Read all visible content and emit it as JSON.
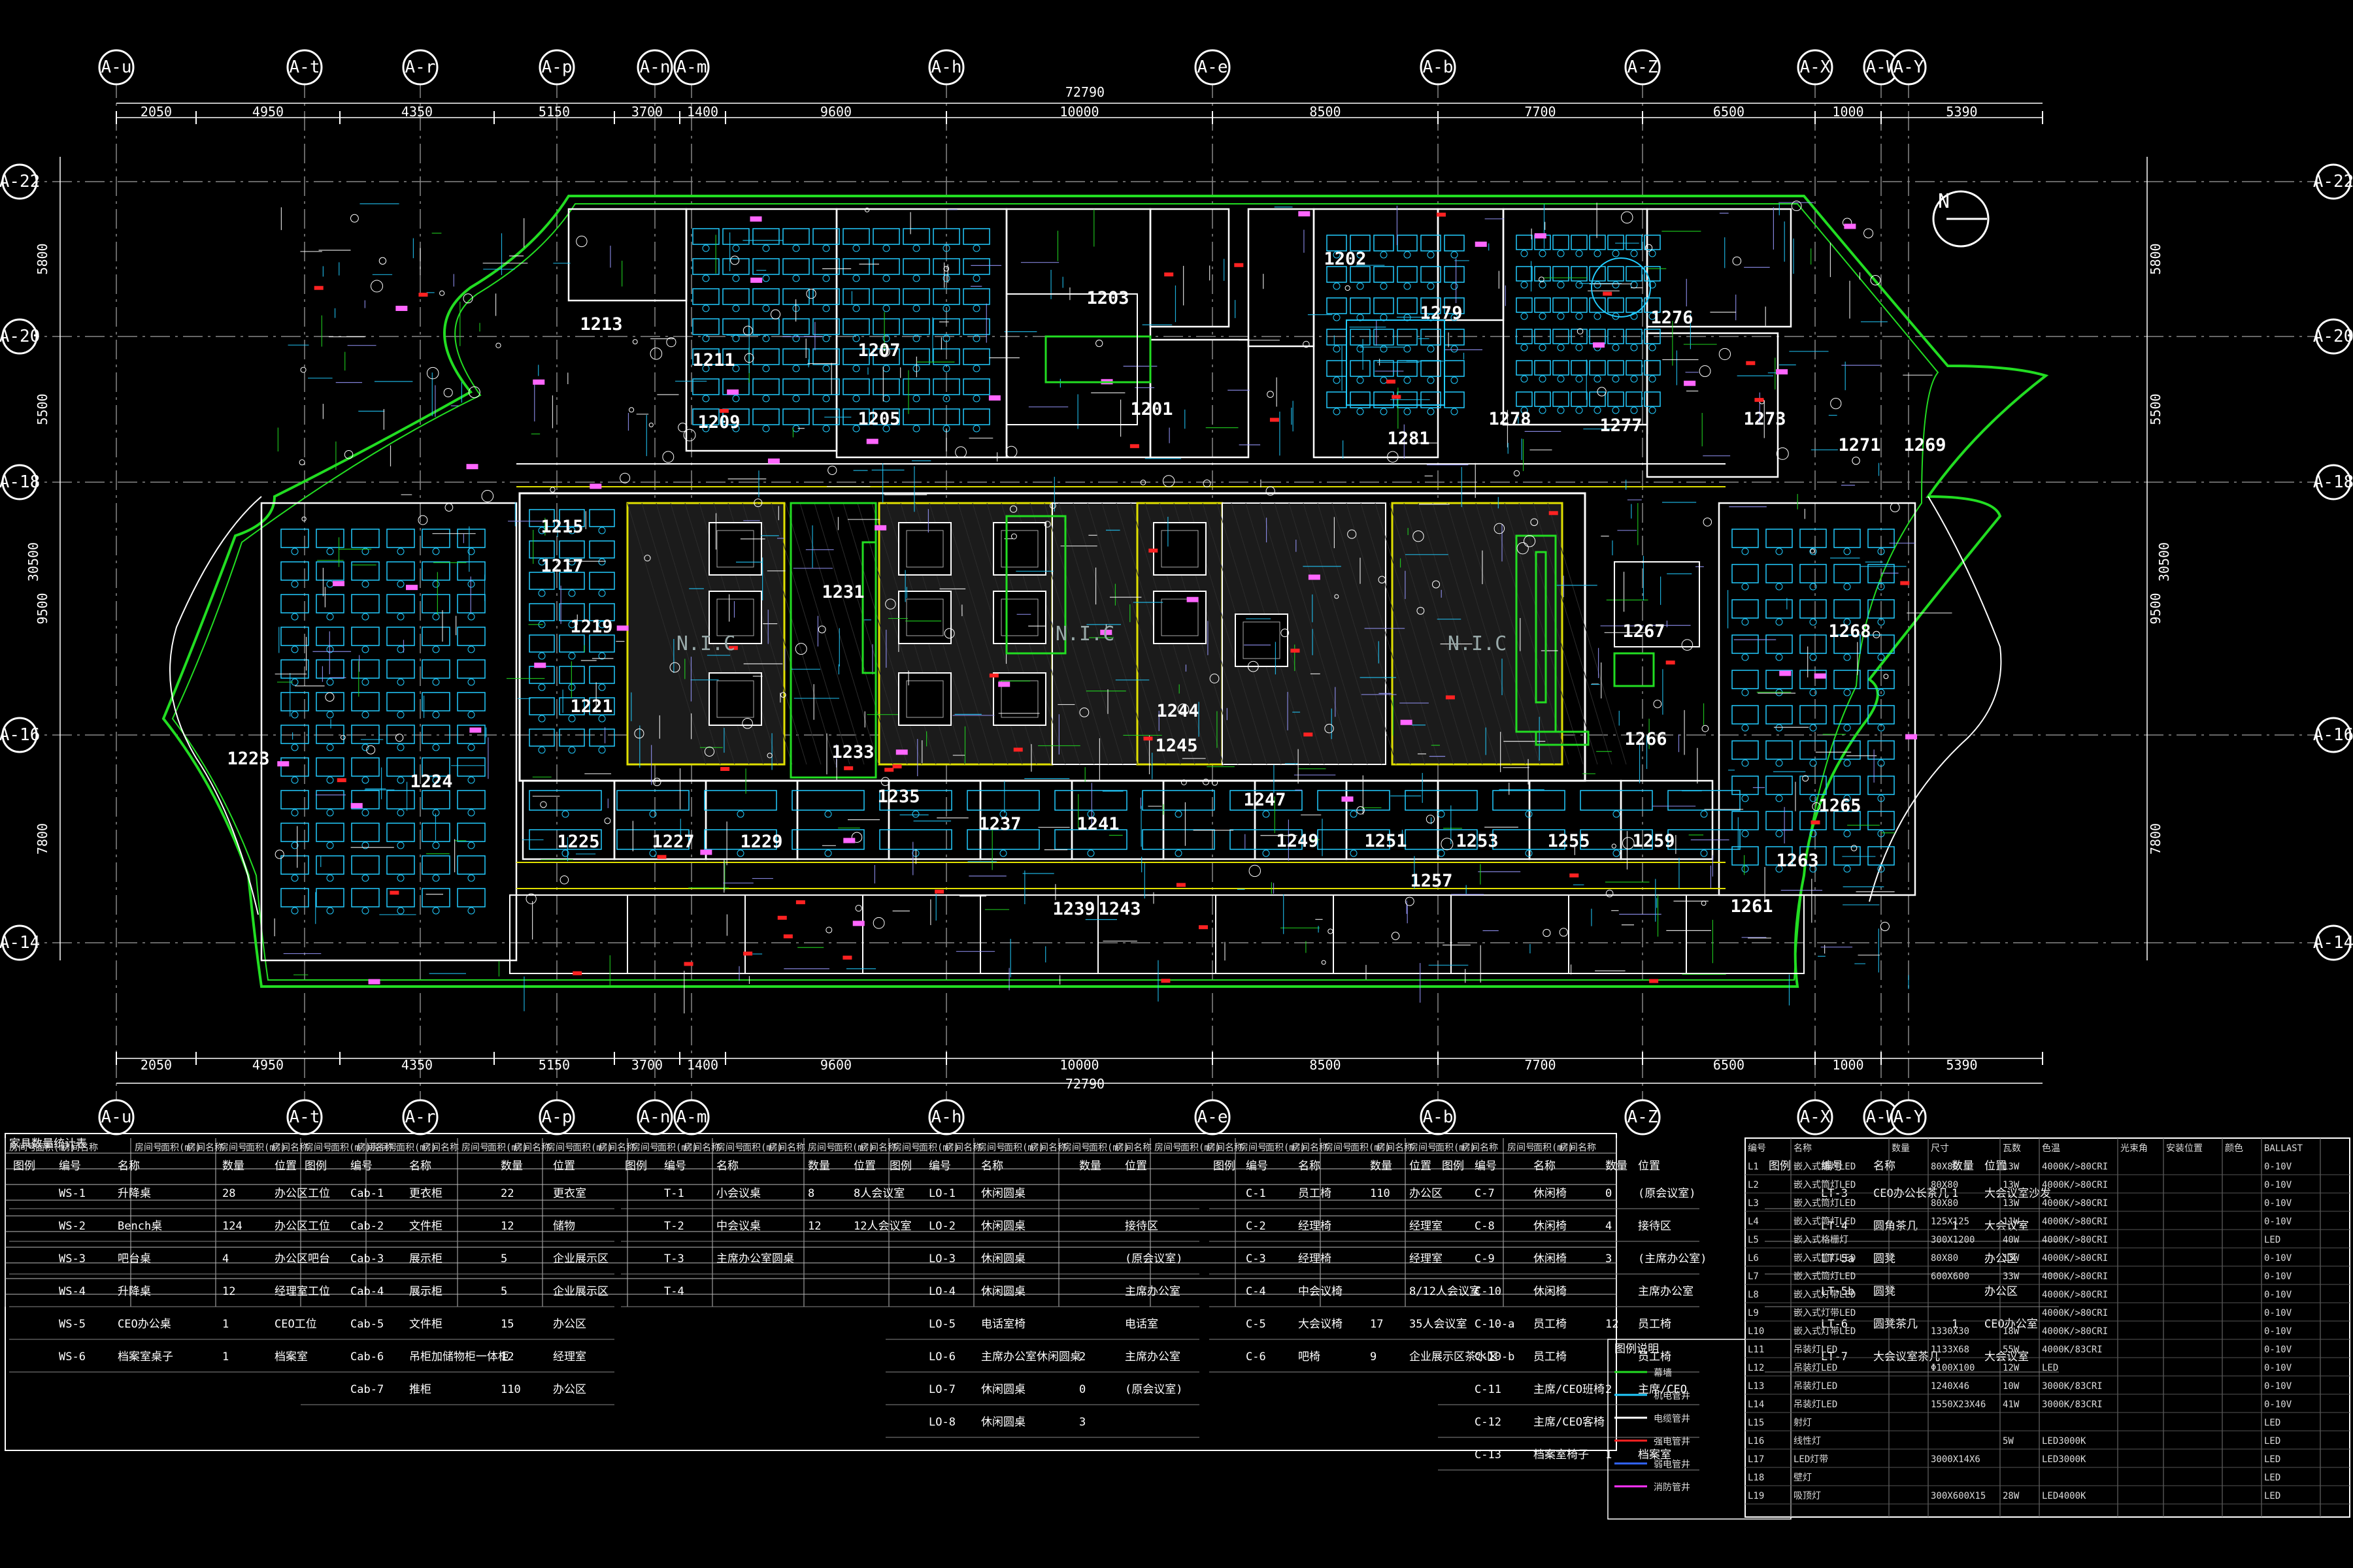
{
  "colors": {
    "background": "#000000",
    "walls": "#ffffff",
    "envelope": "#22dd22",
    "furniture": "#22ccff",
    "partition": "#e0e000",
    "accent_red": "#ff2222",
    "blue": "#3366ff",
    "magenta": "#ff33ff"
  },
  "grid_columns": [
    "A-u",
    "A-t",
    "A-r",
    "A-p",
    "A-n",
    "A-m",
    "A-h",
    "A-e",
    "A-b",
    "A-Z",
    "A-X",
    "A-W",
    "A-Y"
  ],
  "grid_rows": [
    "A-22",
    "A-20",
    "A-18",
    "A-16",
    "A-14"
  ],
  "overall_dimension": "72790",
  "top_dimensions": [
    "2050",
    "4950",
    "4350",
    "5150",
    "3700",
    "1400",
    "9600",
    "10000",
    "8500",
    "7700",
    "6500",
    "1000",
    "5390"
  ],
  "bottom_dimensions": [
    "2050",
    "4950",
    "4350",
    "5150",
    "3700",
    "1400",
    "9600",
    "10000",
    "8500",
    "7700",
    "6500",
    "1000",
    "5390"
  ],
  "side_dimensions_left": [
    "5800",
    "5500",
    "9500",
    "7800"
  ],
  "side_total": "30500",
  "north_label": "N",
  "nic_label": "N.I.C",
  "rooms": [
    "1213",
    "1211",
    "1209",
    "1207",
    "1205",
    "1203",
    "1201",
    "1202",
    "1279",
    "1276",
    "1281",
    "1278",
    "1277",
    "1273",
    "1271",
    "1269",
    "1215",
    "1217",
    "1219",
    "1221",
    "1223",
    "1224",
    "1231",
    "1233",
    "1235",
    "1237",
    "1241",
    "1244",
    "1245",
    "1247",
    "1249",
    "1251",
    "1253",
    "1255",
    "1257",
    "1259",
    "1261",
    "1263",
    "1265",
    "1266",
    "1267",
    "1268",
    "1225",
    "1227",
    "1229",
    "1239",
    "1243"
  ],
  "table_title": "家具数量统计表",
  "room_table_headers": [
    "房间号",
    "面积(m²)",
    "房间名称"
  ],
  "furniture_headers": [
    "图例",
    "编号",
    "名称",
    "数量",
    "位置"
  ],
  "furniture_rows": [
    [
      "",
      "WS-1",
      "升降桌",
      "28",
      "办公区工位"
    ],
    [
      "",
      "WS-2",
      "Bench桌",
      "124",
      "办公区工位"
    ],
    [
      "",
      "WS-3",
      "吧台桌",
      "4",
      "办公区吧台"
    ],
    [
      "",
      "WS-4",
      "升降桌",
      "12",
      "经理室工位"
    ],
    [
      "",
      "WS-5",
      "CEO办公桌",
      "1",
      "CEO工位"
    ],
    [
      "",
      "WS-6",
      "档案室桌子",
      "1",
      "档案室"
    ]
  ],
  "cabinet_rows": [
    [
      "",
      "Cab-1",
      "更衣柜",
      "22",
      "更衣室"
    ],
    [
      "",
      "Cab-2",
      "文件柜",
      "12",
      "储物"
    ],
    [
      "",
      "Cab-3",
      "展示柜",
      "5",
      "企业展示区"
    ],
    [
      "",
      "Cab-4",
      "展示柜",
      "5",
      "企业展示区"
    ],
    [
      "",
      "Cab-5",
      "文件柜",
      "15",
      "办公区"
    ],
    [
      "",
      "Cab-6",
      "吊柜加储物柜一体柜",
      "12",
      "经理室"
    ],
    [
      "",
      "Cab-7",
      "推柜",
      "110",
      "办公区"
    ]
  ],
  "table_rows": [
    [
      "",
      "T-1",
      "小会议桌",
      "8",
      "8人会议室"
    ],
    [
      "",
      "T-2",
      "中会议桌",
      "12",
      "12人会议室"
    ],
    [
      "",
      "T-3",
      "主席办公室圆桌",
      "",
      ""
    ],
    [
      "",
      "T-4",
      "",
      "",
      ""
    ]
  ],
  "lounge_rows": [
    [
      "",
      "LO-1",
      "休闲圆桌",
      "",
      ""
    ],
    [
      "",
      "LO-2",
      "休闲圆桌",
      "",
      "接待区"
    ],
    [
      "",
      "LO-3",
      "休闲圆桌",
      "",
      "(原会议室)"
    ],
    [
      "",
      "LO-4",
      "休闲圆桌",
      "",
      "主席办公室"
    ],
    [
      "",
      "LO-5",
      "电话室椅",
      "",
      "电话室"
    ],
    [
      "",
      "LO-6",
      "主席办公室休闲圆桌",
      "2",
      "主席办公室"
    ],
    [
      "",
      "LO-7",
      "休闲圆桌",
      "0",
      "(原会议室)"
    ],
    [
      "",
      "LO-8",
      "休闲圆桌",
      "3",
      ""
    ]
  ],
  "chair_rows": [
    [
      "",
      "C-1",
      "员工椅",
      "110",
      "办公区"
    ],
    [
      "",
      "C-2",
      "经理椅",
      "",
      "经理室"
    ],
    [
      "",
      "C-3",
      "经理椅",
      "",
      "经理室"
    ],
    [
      "",
      "C-4",
      "中会议椅",
      "",
      "8/12人会议室"
    ],
    [
      "",
      "C-5",
      "大会议椅",
      "17",
      "35人会议室"
    ],
    [
      "",
      "C-6",
      "吧椅",
      "9",
      "企业展示区茶水区"
    ]
  ],
  "chair2_rows": [
    [
      "",
      "C-7",
      "休闲椅",
      "0",
      "(原会议室)"
    ],
    [
      "",
      "C-8",
      "休闲椅",
      "4",
      "接待区"
    ],
    [
      "",
      "C-9",
      "休闲椅",
      "3",
      "(主席办公室)"
    ],
    [
      "",
      "C-10",
      "休闲椅",
      "",
      "主席办公室"
    ],
    [
      "",
      "C-10-a",
      "员工椅",
      "12",
      "员工椅"
    ],
    [
      "",
      "C-10-b",
      "员工椅",
      "",
      "员工椅"
    ],
    [
      "",
      "C-11",
      "主席/CEO班椅",
      "2",
      "主席/CEO"
    ],
    [
      "",
      "C-12",
      "主席/CEO客椅",
      "",
      ""
    ],
    [
      "",
      "C-13",
      "档案室椅子",
      "1",
      "档案室"
    ]
  ],
  "sofa_rows": [
    [
      "",
      "LT-3",
      "CEO办公长茶几",
      "1",
      "大会议室沙发"
    ],
    [
      "",
      "LT-4",
      "圆角茶几",
      "1",
      "大会议室"
    ],
    [
      "",
      "LT-5a",
      "圆凳",
      "",
      "办公区"
    ],
    [
      "",
      "LT-5b",
      "圆凳",
      "",
      "办公区"
    ],
    [
      "",
      "LT-6",
      "圆凳茶几",
      "1",
      "CEO办公室"
    ],
    [
      "",
      "LT-7",
      "大会议室茶几",
      "",
      "大会议室"
    ]
  ],
  "lighting_headers": [
    "编号",
    "名称",
    "数量",
    "尺寸",
    "瓦数",
    "色温",
    "光束角",
    "安装位置",
    "颜色",
    "BALLAST"
  ],
  "lighting_rows": [
    [
      "L1",
      "嵌入式筒灯LED",
      "",
      "80X80",
      "13W",
      "4000K/>80CRI",
      "",
      "",
      "",
      "0-10V"
    ],
    [
      "L2",
      "嵌入式筒灯LED",
      "",
      "80X80",
      "13W",
      "4000K/>80CRI",
      "",
      "",
      "",
      "0-10V"
    ],
    [
      "L3",
      "嵌入式筒灯LED",
      "",
      "80X80",
      "13W",
      "4000K/>80CRI",
      "",
      "",
      "",
      "0-10V"
    ],
    [
      "L4",
      "嵌入式筒灯LED",
      "",
      "125X125",
      "11W",
      "4000K/>80CRI",
      "",
      "",
      "",
      "0-10V"
    ],
    [
      "L5",
      "嵌入式格栅灯",
      "",
      "300X1200",
      "40W",
      "4000K/>80CRI",
      "",
      "",
      "",
      "LED"
    ],
    [
      "L6",
      "嵌入式筒灯LED",
      "",
      "80X80",
      "13W",
      "4000K/>80CRI",
      "",
      "",
      "",
      "0-10V"
    ],
    [
      "L7",
      "嵌入式筒灯LED",
      "",
      "600X600",
      "33W",
      "4000K/>80CRI",
      "",
      "",
      "",
      "0-10V"
    ],
    [
      "L8",
      "嵌入式灯带LED",
      "",
      "",
      "",
      "4000K/>80CRI",
      "",
      "",
      "",
      "0-10V"
    ],
    [
      "L9",
      "嵌入式灯带LED",
      "",
      "",
      "",
      "4000K/>80CRI",
      "",
      "",
      "",
      "0-10V"
    ],
    [
      "L10",
      "嵌入式灯带LED",
      "",
      "1330X30",
      "18W",
      "4000K/>80CRI",
      "",
      "",
      "",
      "0-10V"
    ],
    [
      "L11",
      "吊装灯LED",
      "",
      "1133X68",
      "55W",
      "4000K/83CRI",
      "",
      "",
      "",
      "0-10V"
    ],
    [
      "L12",
      "吊装灯LED",
      "",
      "Φ100X100",
      "12W",
      "LED",
      "",
      "",
      "",
      "0-10V"
    ],
    [
      "L13",
      "吊装灯LED",
      "",
      "1240X46",
      "10W",
      "3000K/83CRI",
      "",
      "",
      "",
      "0-10V"
    ],
    [
      "L14",
      "吊装灯LED",
      "",
      "1550X23X46",
      "41W",
      "3000K/83CRI",
      "",
      "",
      "",
      "0-10V"
    ],
    [
      "L15",
      "射灯",
      "",
      "",
      "",
      "",
      "",
      "",
      "",
      "LED"
    ],
    [
      "L16",
      "线性灯",
      "",
      "",
      "5W",
      "LED3000K",
      "",
      "",
      "",
      "LED"
    ],
    [
      "L17",
      "LED灯带",
      "",
      "3000X14X6",
      "",
      "LED3000K",
      "",
      "",
      "",
      "LED"
    ],
    [
      "L18",
      "壁灯",
      "",
      "",
      "",
      "",
      "",
      "",
      "",
      "LED"
    ],
    [
      "L19",
      "吸顶灯",
      "",
      "300X600X15",
      "28W",
      "LED4000K",
      "",
      "",
      "",
      "LED"
    ]
  ],
  "legend_title": "图例说明",
  "notes": [
    "幕墙",
    "机电管井",
    "电缆管井",
    "强电管井",
    "弱电管井",
    "消防管井"
  ]
}
